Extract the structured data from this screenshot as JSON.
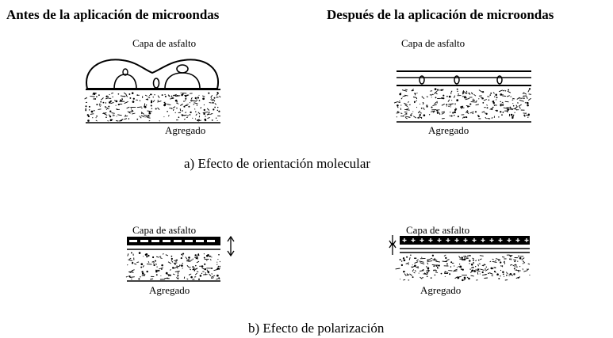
{
  "headers": {
    "before": "Antes de la aplicación de microondas",
    "after": "Después de la aplicación de microondas"
  },
  "panel_a": {
    "before": {
      "top_label": "Capa de asfalto",
      "bottom_label": "Agregado"
    },
    "after": {
      "top_label": "Capa de asfalto",
      "bottom_label": "Agregado"
    },
    "caption": "a)  Efecto de orientación molecular"
  },
  "panel_b": {
    "before": {
      "top_label": "Capa de asfalto",
      "bottom_label": "Agregado"
    },
    "after": {
      "top_label": "Capa de asfalto",
      "bottom_label": "Agregado"
    },
    "caption": "b)  Efecto de polarización"
  }
}
